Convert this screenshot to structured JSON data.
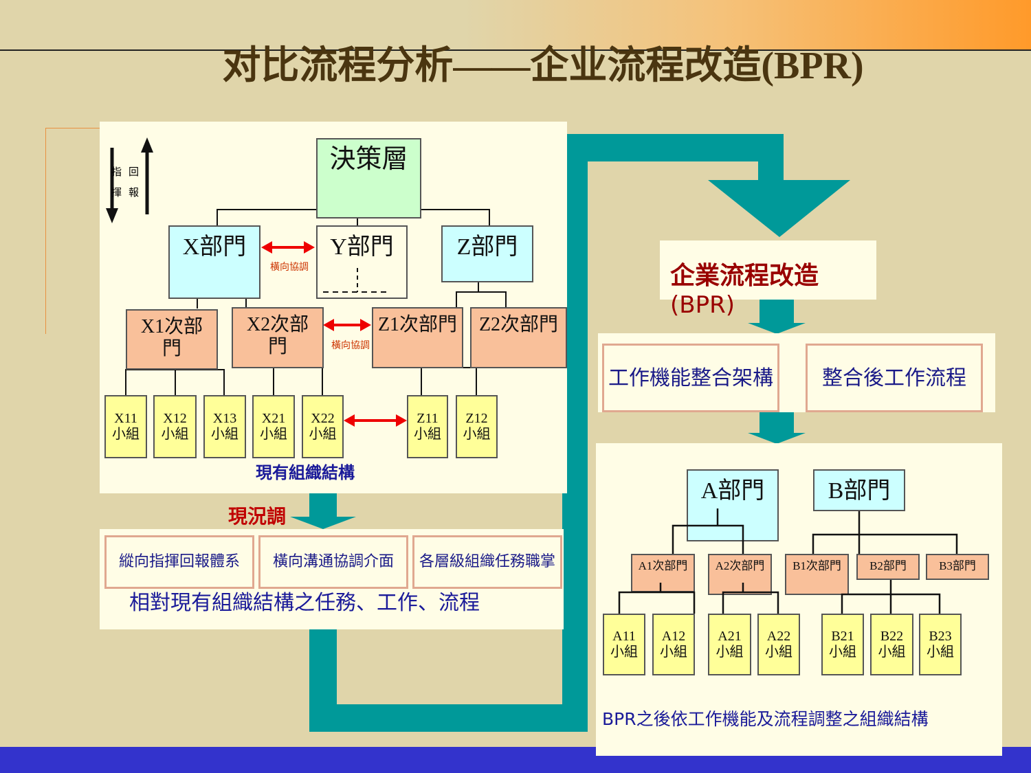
{
  "title": "对比流程分析——企业流程改造(BPR)",
  "colors": {
    "teal": "#009999",
    "title": "#4a3510",
    "accent_red": "#990000",
    "blue_text": "#1a1a88",
    "bottom_bar": "#3333cc"
  },
  "current": {
    "legend": {
      "command": "指揮",
      "report": "回報"
    },
    "top": "決策層",
    "depts": [
      "X部門",
      "Y部門",
      "Z部門"
    ],
    "subdepts": [
      "X1次部門",
      "X2次部門",
      "Z1次部門",
      "Z2次部門"
    ],
    "groups": [
      "X11小組",
      "X12小組",
      "X13小組",
      "X21小組",
      "X22小組",
      "Z11小組",
      "Z12小組"
    ],
    "coord_note": "橫向協調",
    "caption": "現有組織結構"
  },
  "status_label": "現況調",
  "issues": [
    "縱向指揮回報體系",
    "橫向溝通協調介面",
    "各層級組織任務職掌"
  ],
  "issues_caption": "相對現有組織結構之任務、工作、流程",
  "bpr": {
    "label": "企業流程改造",
    "sub": "(BPR)",
    "outputs": [
      "工作機能整合架構",
      "整合後工作流程"
    ]
  },
  "future": {
    "depts": [
      "A部門",
      "B部門"
    ],
    "subdepts": [
      "A1次部門",
      "A2次部門",
      "B1次部門",
      "B2部門",
      "B3部門"
    ],
    "groups": [
      "A11小組",
      "A12小組",
      "A21小組",
      "A22小組",
      "B21小組",
      "B22小組",
      "B23小組"
    ],
    "caption": "BPR之後依工作機能及流程調整之組織結構"
  }
}
